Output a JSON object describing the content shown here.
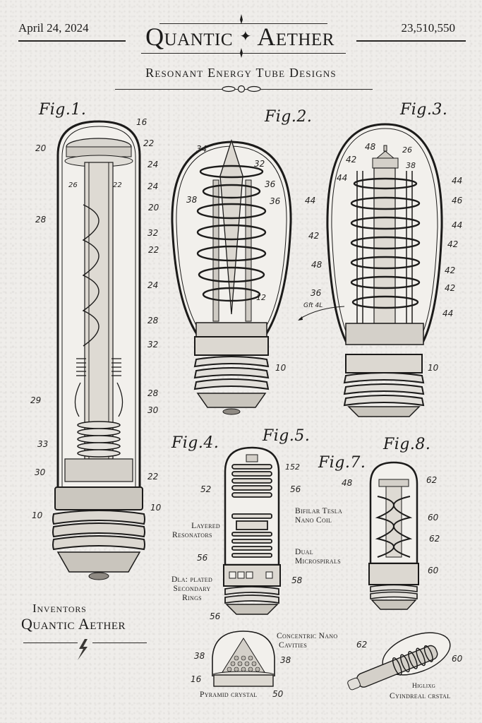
{
  "header": {
    "date": "April 24, 2024",
    "patent_number": "23,510,550",
    "brand": "Quantic Aether",
    "brand_part1": "Quantic",
    "brand_part2": "Aether",
    "subtitle": "Resonant Energy Tube Designs"
  },
  "figures": [
    {
      "id": "fig1",
      "title": "Fig.1.",
      "labels": [
        "16",
        "22",
        "20",
        "24",
        "26",
        "22",
        "24",
        "20",
        "28",
        "32",
        "22",
        "24",
        "28",
        "32",
        "28",
        "29",
        "30",
        "33",
        "30",
        "22",
        "10",
        "10"
      ]
    },
    {
      "id": "fig2",
      "title": "Fig.2.",
      "labels": [
        "34",
        "32",
        "36",
        "38",
        "36",
        "12",
        "10"
      ]
    },
    {
      "id": "fig3",
      "title": "Fig.3.",
      "labels": [
        "48",
        "26",
        "42",
        "38",
        "44",
        "44",
        "44",
        "46",
        "44",
        "42",
        "42",
        "48",
        "42",
        "36",
        "42",
        "44",
        "10"
      ],
      "annotation": "Gft 4L"
    },
    {
      "id": "fig4",
      "title": "Fig.4."
    },
    {
      "id": "fig5",
      "title": "Fig.5.",
      "labels": [
        "152",
        "52",
        "56",
        "56",
        "58",
        "56"
      ]
    },
    {
      "id": "fig7",
      "title": "Fig.7."
    },
    {
      "id": "fig8",
      "title": "Fig.8.",
      "labels": [
        "48",
        "62",
        "60",
        "62",
        "60"
      ]
    }
  ],
  "captions": {
    "bifilar": [
      "Bifilar Tesla",
      "Nano Coil"
    ],
    "layered": [
      "Layered",
      "Resonators"
    ],
    "dual_micro": [
      "Dual",
      "Microspirals"
    ],
    "dual_plated": [
      "Dla: plated",
      "Secondary",
      "Rings"
    ],
    "concentric": [
      "Concentric Nano",
      "Cavities"
    ],
    "pyramid": "Pyramid crystal",
    "helix": "Higlixg",
    "cylindrical": "Cyindreal crstal"
  },
  "detail_labels": {
    "pyramid": [
      "38",
      "38",
      "16",
      "50"
    ],
    "cylinder": [
      "62",
      "60"
    ]
  },
  "footer": {
    "inventors_label": "Inventors",
    "inventors_name": "Quantic Aether",
    "icon": "lightning-bolt-icon"
  },
  "colors": {
    "paper": "#efedea",
    "ink": "#1c1b1a"
  }
}
